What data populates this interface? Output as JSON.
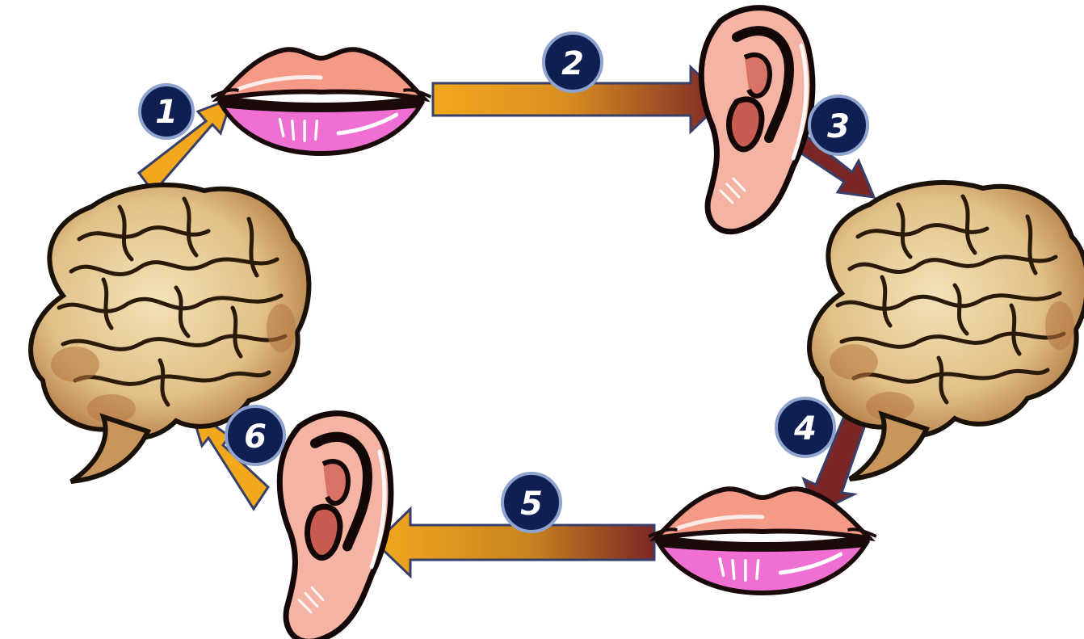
{
  "diagram": {
    "steps": [
      {
        "number": "1",
        "from": "brain-left",
        "to": "mouth-top"
      },
      {
        "number": "2",
        "from": "mouth-top",
        "to": "ear-top"
      },
      {
        "number": "3",
        "from": "ear-top",
        "to": "brain-right"
      },
      {
        "number": "4",
        "from": "brain-right",
        "to": "mouth-bottom"
      },
      {
        "number": "5",
        "from": "mouth-bottom",
        "to": "ear-bottom"
      },
      {
        "number": "6",
        "from": "ear-bottom",
        "to": "brain-left"
      }
    ],
    "nodes": [
      {
        "id": "brain-left",
        "kind": "brain"
      },
      {
        "id": "mouth-top",
        "kind": "mouth"
      },
      {
        "id": "ear-top",
        "kind": "ear"
      },
      {
        "id": "brain-right",
        "kind": "brain"
      },
      {
        "id": "mouth-bottom",
        "kind": "mouth"
      },
      {
        "id": "ear-bottom",
        "kind": "ear"
      }
    ],
    "colors": {
      "arrow_gold": "#f2a81d",
      "arrow_maroon": "#7a2626",
      "badge_fill": "#0f1f52",
      "badge_stroke": "#8ea4cf",
      "lip_upper": "#f59a87",
      "lip_lower": "#ef6fd2",
      "ear_skin": "#f4b3a3",
      "brain_light": "#e9d3a3",
      "brain_dark": "#a86a36"
    }
  }
}
